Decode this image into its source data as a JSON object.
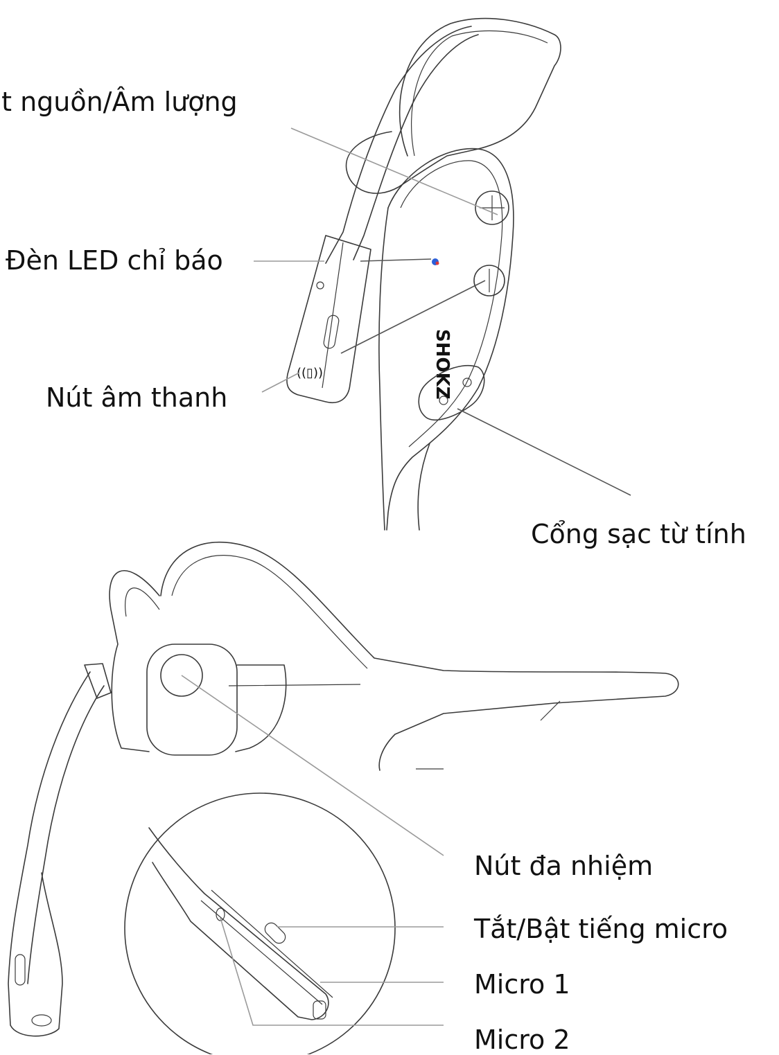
{
  "labels": {
    "power_volume": "út nguồn/Âm lượng",
    "led_indicator": "Đèn LED chỉ báo",
    "sound_button": "Nút âm thanh",
    "magnetic_charging": "Cổng sạc từ tính",
    "multifunction_button": "Nút đa nhiệm",
    "mic_mute": "Tắt/Bật tiếng micro",
    "mic_1": "Micro 1",
    "mic_2": "Micro 2"
  },
  "brand_logo_text": "SHOKZ",
  "colors": {
    "line": "#3a3a3a",
    "leader": "#9a9a9a",
    "led_blue": "#2b5fd9",
    "led_red": "#d93a3a"
  }
}
